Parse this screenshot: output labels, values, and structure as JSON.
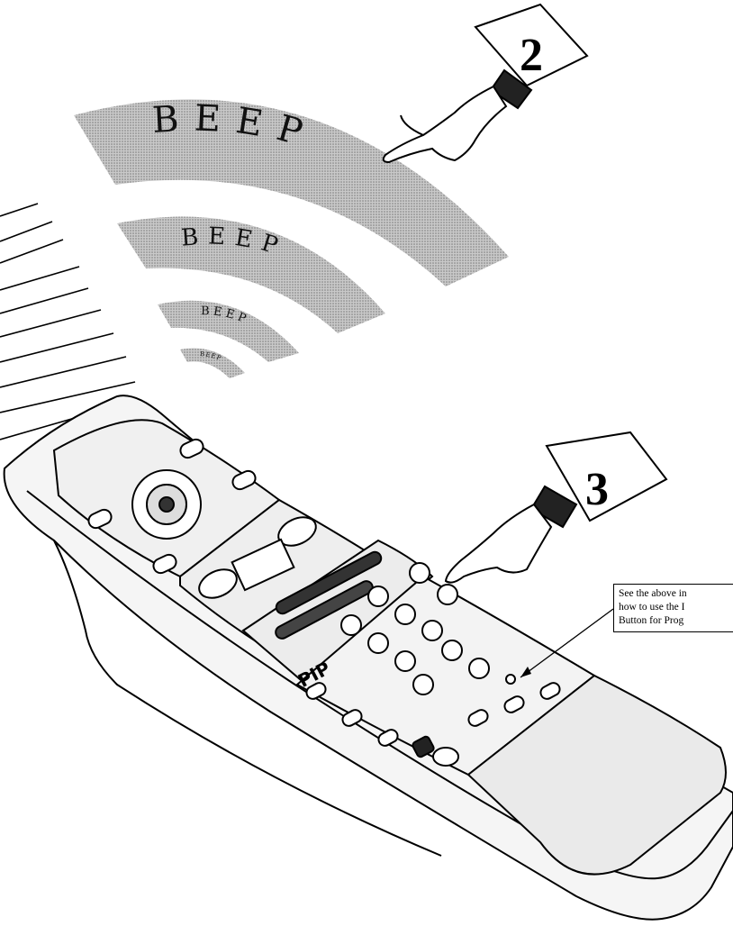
{
  "beep_waves": {
    "large": "BEEP",
    "medium": "BEEP",
    "small": "BEEP",
    "tiny": "BEEP"
  },
  "steps": [
    {
      "number": "2"
    },
    {
      "number": "3"
    }
  ],
  "callout": {
    "line1": "See the above in",
    "line2": "how to use the I",
    "line3": "Button for Prog"
  },
  "remote": {
    "pip_label": "PIP",
    "color": "#f2f2f2",
    "outline_color": "#000000"
  },
  "icons": [
    "pointing-hand-icon",
    "step-flag-icon",
    "signal-wave-icon"
  ]
}
